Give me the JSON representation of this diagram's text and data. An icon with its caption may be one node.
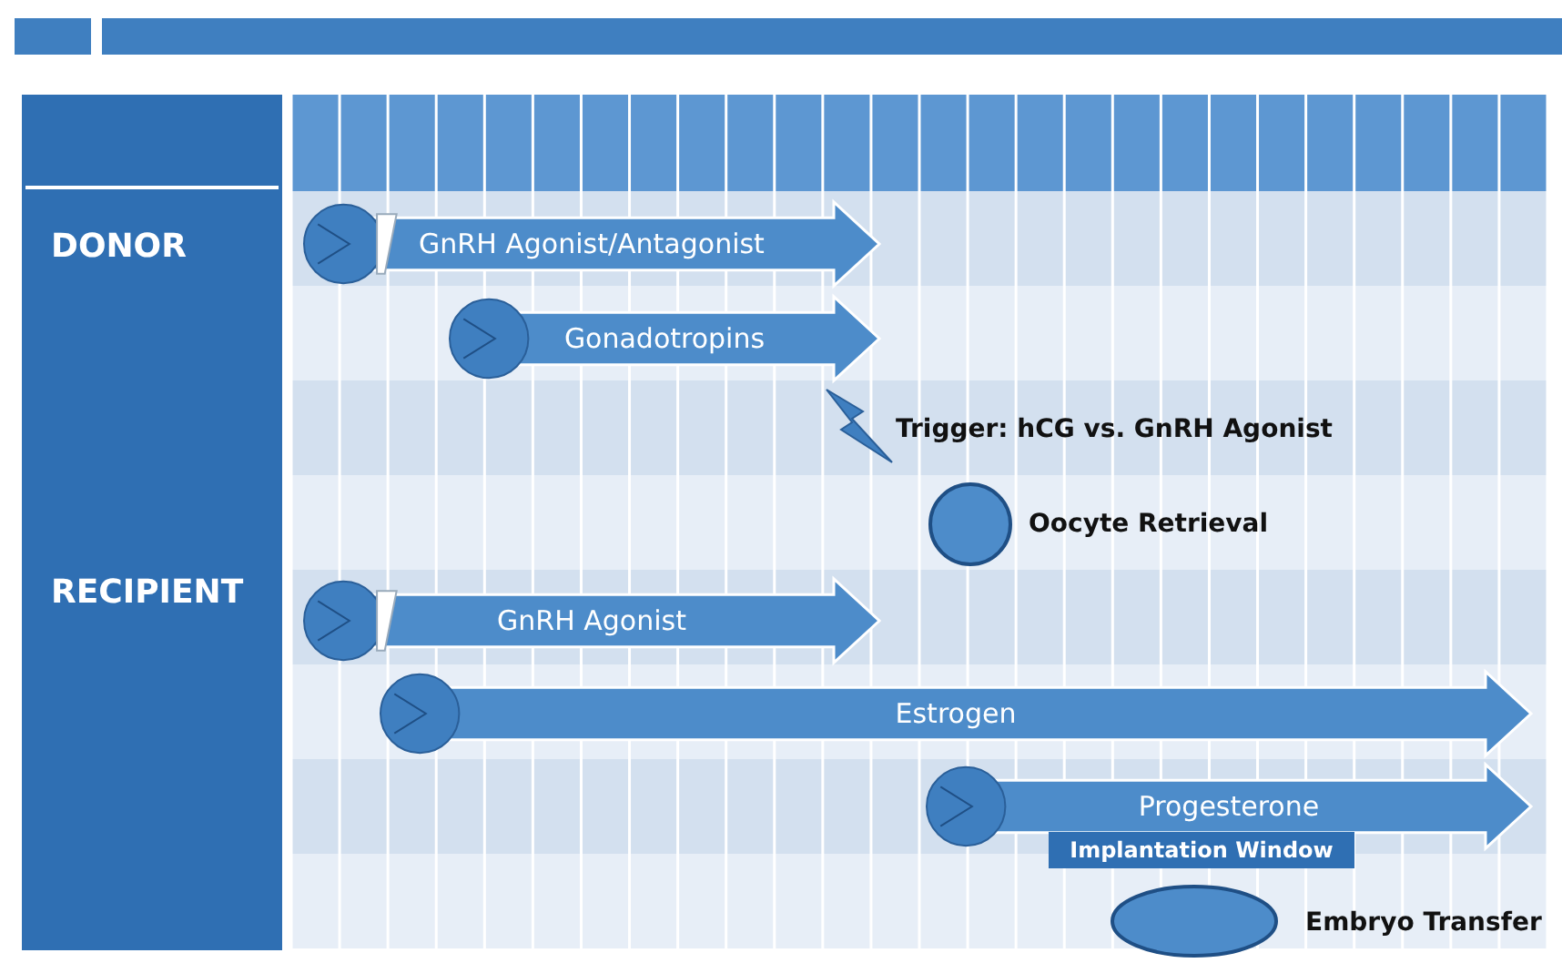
{
  "diagram": {
    "nodes": [
      {
        "text": [
          "GnRH Agonist/Antagonist"
        ]
      },
      {
        "text": [
          "Gonadotropins"
        ]
      },
      {
        "text": [],
        "shape": "bolt",
        "beside": [
          "Trigger: hCG vs. GnRH Agonist"
        ]
      },
      {
        "text": [],
        "shape": "circle",
        "beside": [
          "Oocyte Retrieval"
        ]
      },
      {
        "text": [
          "GnRH Agonist"
        ]
      },
      {
        "text": [
          "Estrogen"
        ]
      },
      {
        "text": [
          "Progesterone"
        ]
      },
      {
        "text": [
          "Implantation Window"
        ]
      },
      {
        "text": [],
        "shape": "ellipse",
        "beside": [
          "Embryo Transfer"
        ]
      }
    ],
    "labels": [
      "DONOR",
      "RECIPIENT"
    ]
  }
}
